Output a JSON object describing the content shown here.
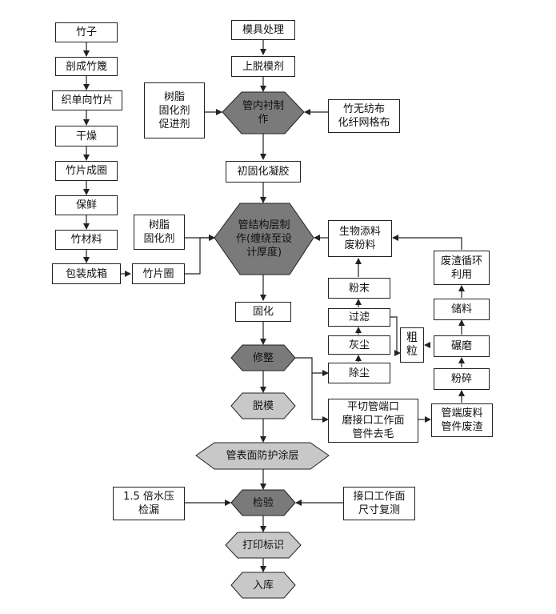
{
  "left_column": {
    "bamboo": "竹子",
    "split_strips": "剖成竹篾",
    "weave_sheet": "织单向竹片",
    "dry": "干燥",
    "sheet_roll": "竹片成圈",
    "preserve": "保鲜",
    "bamboo_material": "竹材料",
    "pack_box": "包装成箱",
    "sheet_coil": "竹片圈"
  },
  "center_column": {
    "mold_treat": "模具处理",
    "release_agent": "上脱模剂",
    "inner_lining": "管内衬制\n作",
    "initial_cure": "初固化凝胶",
    "structure_layer": "管结构层制\n作(缠绕至设\n计厚度)",
    "cure": "固化",
    "trim": "修整",
    "demold": "脱模",
    "surface_coat": "管表面防护涂层",
    "inspect": "检验",
    "print_label": "打印标识",
    "storage": "入库"
  },
  "side_inputs": {
    "resin_accelerator": "树脂\n固化剂\n促进剂",
    "bamboo_nonwoven": "竹无纺布\n化纤网格布",
    "resin_curing": "树脂\n固化剂",
    "hydro_test": "1.5 倍水压\n检漏",
    "dimension_check": "接口工作面\n尺寸复测"
  },
  "recycling": {
    "bio_filler": "生物添料\n废粉料",
    "powder": "粉末",
    "filter": "过滤",
    "ash": "灰尘",
    "dust_removal": "除尘",
    "coarse_grain": "粗\n粒",
    "trim_ops": "平切管端口\n磨接口工作面\n管件去毛",
    "waste_reuse": "废渣循环\n利用",
    "storage_material": "储料",
    "grind": "碾磨",
    "crush": "粉碎",
    "pipe_waste": "管端废料\n管件废渣"
  },
  "colors": {
    "dark_hex": "#7a7a7a",
    "light_hex": "#c8c8c8",
    "line": "#222222"
  }
}
